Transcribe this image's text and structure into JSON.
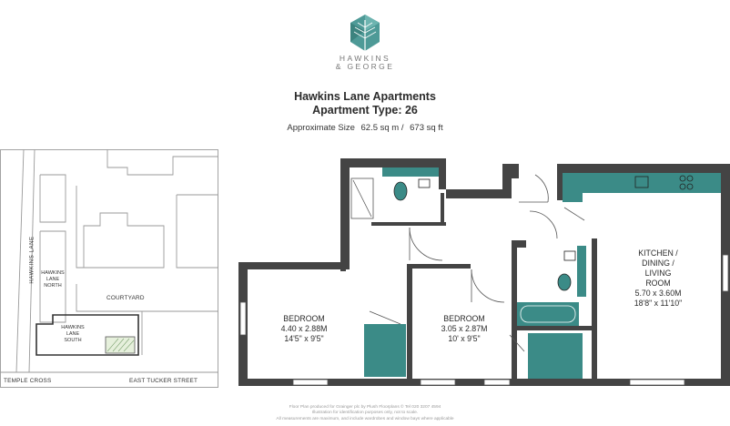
{
  "brand": {
    "logo_icon": "leaf-icon",
    "line1": "HAWKINS",
    "line2": "& GEORGE",
    "color": "#4e9a97"
  },
  "header": {
    "title": "Hawkins Lane Apartments",
    "subtitle": "Apartment Type: 26"
  },
  "size": {
    "label": "Approximate Size",
    "metric": "62.5 sq m /",
    "imperial": "673 sq ft"
  },
  "site_plan": {
    "lane": "HAWKINS LANE",
    "north": [
      "HAWKINS",
      "LANE",
      "NORTH"
    ],
    "south": [
      "HAWKINS",
      "LANE",
      "SOUTH"
    ],
    "courtyard": "COURTYARD",
    "street_left": "TEMPLE CROSS",
    "street_right": "EAST TUCKER STREET"
  },
  "rooms": {
    "bedroom1": {
      "name": "BEDROOM",
      "metric": "4.40 x 2.88M",
      "imperial": "14'5\" x 9'5\""
    },
    "bedroom2": {
      "name": "BEDROOM",
      "metric": "3.05 x 2.87M",
      "imperial": "10' x 9'5\""
    },
    "kitchen": {
      "name": [
        "KITCHEN /",
        "DINING /",
        "LIVING",
        "ROOM"
      ],
      "metric": "5.70 x 3.60M",
      "imperial": "18'8\" x 11'10\""
    }
  },
  "colors": {
    "wall": "#444444",
    "fixture": "#3b8b87",
    "site_line": "#9a9a9a"
  },
  "footer": {
    "line1": "Floor Plan produced for Grainger plc by Plush Floorplans ©  Tel 020 3207 4594",
    "line2": "Illustration for identification purposes only, not to scale.",
    "line3": "All measurements are maximum, and include wardrobes and window bays where applicable"
  }
}
